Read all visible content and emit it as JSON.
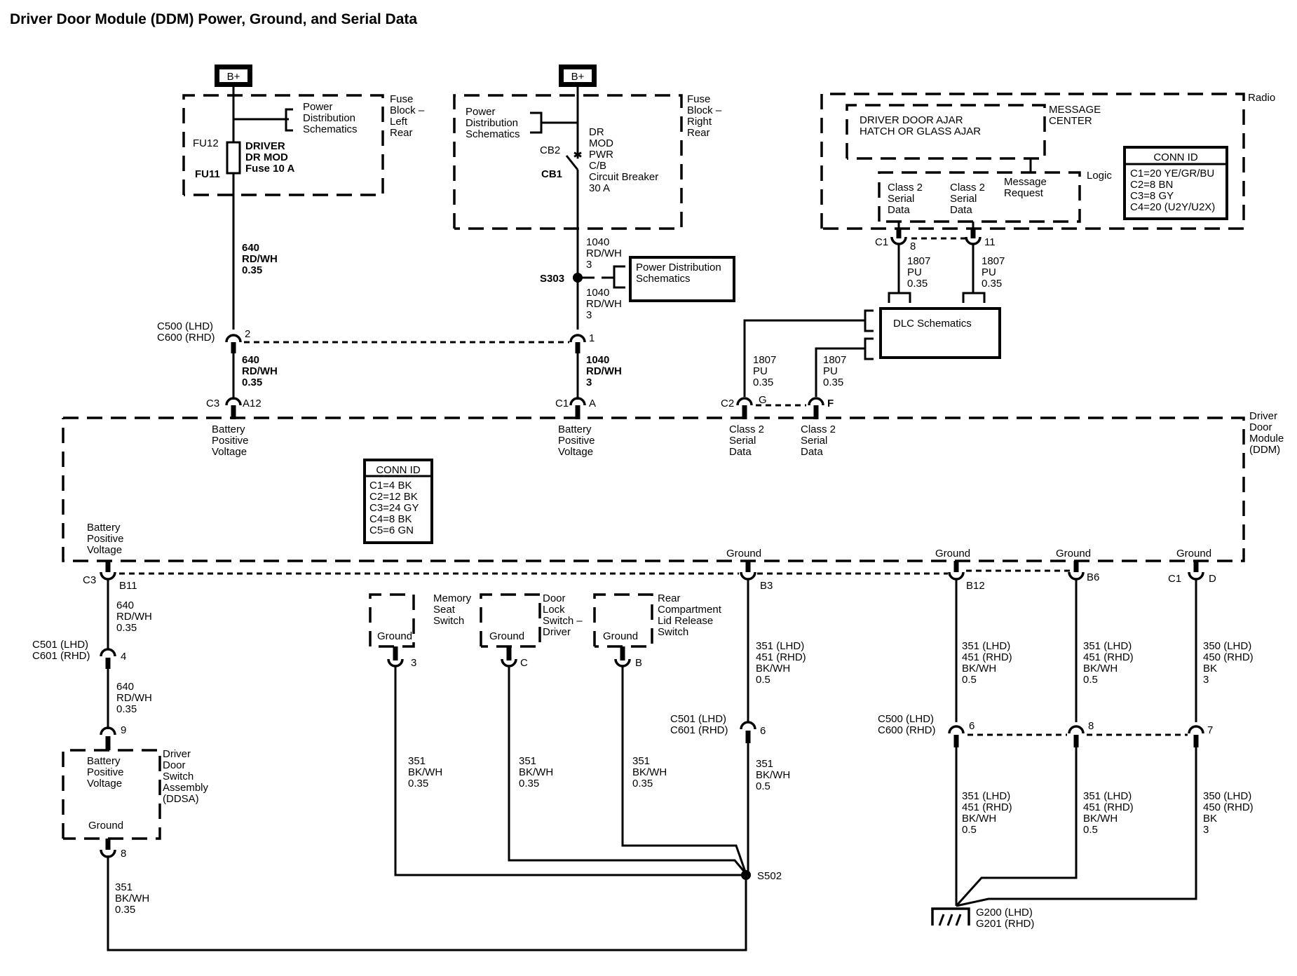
{
  "title": "Driver Door Module (DDM) Power, Ground, and Serial Data",
  "power_sources": {
    "left": "B+",
    "right": "B+"
  },
  "fuse_block_left": {
    "label": [
      "Fuse",
      "Block –",
      "Left",
      "Rear"
    ],
    "ref": [
      "Power",
      "Distribution",
      "Schematics"
    ],
    "fuse_pins": [
      "FU12",
      "FU11"
    ],
    "fuse": [
      "DRIVER",
      "DR MOD",
      "Fuse 10 A"
    ]
  },
  "fuse_block_right": {
    "label": [
      "Fuse",
      "Block –",
      "Right",
      "Rear"
    ],
    "ref": [
      "Power",
      "Distribution",
      "Schematics"
    ],
    "cb_pins": [
      "CB2",
      "CB1"
    ],
    "breaker": [
      "DR",
      "MOD",
      "PWR",
      "C/B",
      "Circuit Breaker",
      "30 A"
    ]
  },
  "radio": {
    "label": "Radio",
    "message_center": {
      "label": [
        "MESSAGE",
        "CENTER"
      ],
      "text": [
        "DRIVER DOOR AJAR",
        "HATCH OR GLASS AJAR"
      ]
    },
    "logic": {
      "label": "Logic",
      "pins": [
        [
          "Class 2",
          "Serial",
          "Data"
        ],
        [
          "Class 2",
          "Serial",
          "Data"
        ]
      ],
      "request": [
        "Message",
        "Request"
      ]
    },
    "conn_id": {
      "header": "CONN ID",
      "rows": [
        "C1=20 YE/GR/BU",
        "C2=8 BN",
        "C3=8 GY",
        "C4=20 (U2Y/U2X)"
      ]
    },
    "connector": {
      "name": "C1",
      "pins": [
        "8",
        "11"
      ]
    }
  },
  "wires": {
    "w640_top": [
      "640",
      "RD/WH",
      "0.35"
    ],
    "w640_mid": [
      "640",
      "RD/WH",
      "0.35"
    ],
    "w1040_a": [
      "1040",
      "RD/WH",
      "3"
    ],
    "w1040_b": [
      "1040",
      "RD/WH",
      "3"
    ],
    "w1040_c": [
      "1040",
      "RD/WH",
      "3"
    ],
    "w1807_8": [
      "1807",
      "PU",
      "0.35"
    ],
    "w1807_11": [
      "1807",
      "PU",
      "0.35"
    ],
    "w1807_g": [
      "1807",
      "PU",
      "0.35"
    ],
    "w1807_f": [
      "1807",
      "PU",
      "0.35"
    ],
    "w640_b11": [
      "640",
      "RD/WH",
      "0.35"
    ],
    "w640_ddsa": [
      "640",
      "RD/WH",
      "0.35"
    ],
    "w351_mem": [
      "351",
      "BK/WH",
      "0.35"
    ],
    "w351_lock": [
      "351",
      "BK/WH",
      "0.35"
    ],
    "w351_rear": [
      "351",
      "BK/WH",
      "0.35"
    ],
    "w351_b3_top": [
      "351 (LHD)",
      "451 (RHD)",
      "BK/WH",
      "0.5"
    ],
    "w351_b3_bot": [
      "351",
      "BK/WH",
      "0.5"
    ],
    "w351_b12_top": [
      "351 (LHD)",
      "451 (RHD)",
      "BK/WH",
      "0.5"
    ],
    "w351_b6_top": [
      "351 (LHD)",
      "451 (RHD)",
      "BK/WH",
      "0.5"
    ],
    "w350_d_top": [
      "350 (LHD)",
      "450 (RHD)",
      "BK",
      "3"
    ],
    "w351_b12_bot": [
      "351 (LHD)",
      "451 (RHD)",
      "BK/WH",
      "0.5"
    ],
    "w351_b6_bot": [
      "351 (LHD)",
      "451 (RHD)",
      "BK/WH",
      "0.5"
    ],
    "w350_d_bot": [
      "350 (LHD)",
      "450 (RHD)",
      "BK",
      "3"
    ],
    "w351_ddsa": [
      "351",
      "BK/WH",
      "0.35"
    ]
  },
  "splices": {
    "s303": "S303",
    "s502": "S502"
  },
  "pd_ref_box": [
    "Power Distribution",
    "Schematics"
  ],
  "dlc": "DLC Schematics",
  "connectors": {
    "c500_top": [
      "C500 (LHD)",
      "C600 (RHD)"
    ],
    "c500_top_pins": [
      "2",
      "1"
    ],
    "c3": "C3",
    "a12": "A12",
    "c1": "C1",
    "a": "A",
    "c2": "C2",
    "g": "G",
    "f": "F",
    "b11": "B11",
    "b3": "B3",
    "b12": "B12",
    "b6": "B6",
    "d": "D",
    "c501_left": [
      "C501 (LHD)",
      "C601 (RHD)"
    ],
    "c501_left_pin": "4",
    "c501_mid": [
      "C501 (LHD)",
      "C601 (RHD)"
    ],
    "c501_mid_pin": "6",
    "c500_bot": [
      "C500 (LHD)",
      "C600 (RHD)"
    ],
    "c500_bot_pins": [
      "6",
      "8",
      "7"
    ],
    "ddsa_pins": [
      "9",
      "8"
    ],
    "mem_pin": "3",
    "lock_pin": "C",
    "rear_pin": "B"
  },
  "ddm": {
    "label": [
      "Driver",
      "Door",
      "Module",
      "(DDM)"
    ],
    "bpv": [
      "Battery",
      "Positive",
      "Voltage"
    ],
    "class2": [
      "Class 2",
      "Serial",
      "Data"
    ],
    "ground": "Ground",
    "conn_id": {
      "header": "CONN ID",
      "rows": [
        "C1=4 BK",
        "C2=12 BK",
        "C3=24 GY",
        "C4=8 BK",
        "C5=6 GN"
      ]
    }
  },
  "switches": {
    "memory": [
      "Memory",
      "Seat",
      "Switch"
    ],
    "lock": [
      "Door",
      "Lock",
      "Switch –",
      "Driver"
    ],
    "rear": [
      "Rear",
      "Compartment",
      "Lid Release",
      "Switch"
    ],
    "ground": "Ground"
  },
  "ddsa": {
    "label": [
      "Driver",
      "Door",
      "Switch",
      "Assembly",
      "(DDSA)"
    ],
    "bpv": [
      "Battery",
      "Positive",
      "Voltage"
    ],
    "ground": "Ground"
  },
  "ground_point": [
    "G200 (LHD)",
    "G201 (RHD)"
  ]
}
